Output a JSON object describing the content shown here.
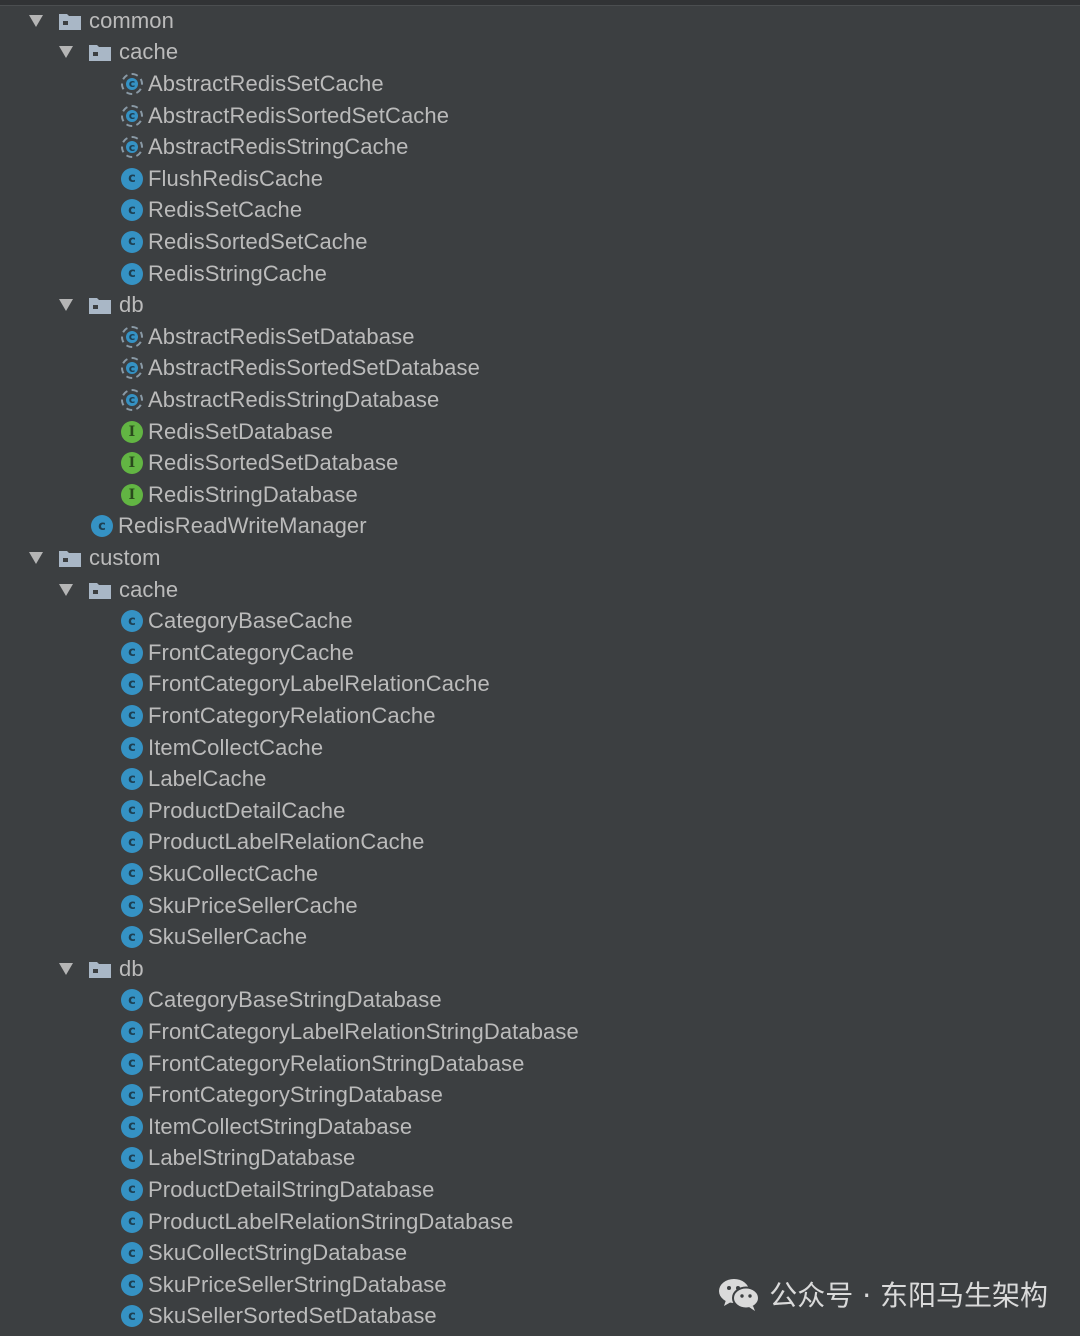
{
  "tree": [
    {
      "label": "common",
      "kind": "folder",
      "depth": 0,
      "expanded": true,
      "icon": "folder-icon"
    },
    {
      "label": "cache",
      "kind": "folder",
      "depth": 1,
      "expanded": true,
      "icon": "folder-icon"
    },
    {
      "label": "AbstractRedisSetCache",
      "kind": "abstract",
      "depth": 2,
      "icon": "abstract-class-icon"
    },
    {
      "label": "AbstractRedisSortedSetCache",
      "kind": "abstract",
      "depth": 2,
      "icon": "abstract-class-icon"
    },
    {
      "label": "AbstractRedisStringCache",
      "kind": "abstract",
      "depth": 2,
      "icon": "abstract-class-icon"
    },
    {
      "label": "FlushRedisCache",
      "kind": "class",
      "depth": 2,
      "icon": "class-icon"
    },
    {
      "label": "RedisSetCache",
      "kind": "class",
      "depth": 2,
      "icon": "class-icon"
    },
    {
      "label": "RedisSortedSetCache",
      "kind": "class",
      "depth": 2,
      "icon": "class-icon"
    },
    {
      "label": "RedisStringCache",
      "kind": "class",
      "depth": 2,
      "icon": "class-icon"
    },
    {
      "label": "db",
      "kind": "folder",
      "depth": 1,
      "expanded": true,
      "icon": "folder-icon"
    },
    {
      "label": "AbstractRedisSetDatabase",
      "kind": "abstract",
      "depth": 2,
      "icon": "abstract-class-icon"
    },
    {
      "label": "AbstractRedisSortedSetDatabase",
      "kind": "abstract",
      "depth": 2,
      "icon": "abstract-class-icon"
    },
    {
      "label": "AbstractRedisStringDatabase",
      "kind": "abstract",
      "depth": 2,
      "icon": "abstract-class-icon"
    },
    {
      "label": "RedisSetDatabase",
      "kind": "iface",
      "depth": 2,
      "icon": "interface-icon"
    },
    {
      "label": "RedisSortedSetDatabase",
      "kind": "iface",
      "depth": 2,
      "icon": "interface-icon"
    },
    {
      "label": "RedisStringDatabase",
      "kind": "iface",
      "depth": 2,
      "icon": "interface-icon"
    },
    {
      "label": "RedisReadWriteManager",
      "kind": "class",
      "depth": 1,
      "icon": "class-icon"
    },
    {
      "label": "custom",
      "kind": "folder",
      "depth": 0,
      "expanded": true,
      "icon": "folder-icon"
    },
    {
      "label": "cache",
      "kind": "folder",
      "depth": 1,
      "expanded": true,
      "icon": "folder-icon"
    },
    {
      "label": "CategoryBaseCache",
      "kind": "class",
      "depth": 2,
      "icon": "class-icon"
    },
    {
      "label": "FrontCategoryCache",
      "kind": "class",
      "depth": 2,
      "icon": "class-icon"
    },
    {
      "label": "FrontCategoryLabelRelationCache",
      "kind": "class",
      "depth": 2,
      "icon": "class-icon"
    },
    {
      "label": "FrontCategoryRelationCache",
      "kind": "class",
      "depth": 2,
      "icon": "class-icon"
    },
    {
      "label": "ItemCollectCache",
      "kind": "class",
      "depth": 2,
      "icon": "class-icon"
    },
    {
      "label": "LabelCache",
      "kind": "class",
      "depth": 2,
      "icon": "class-icon"
    },
    {
      "label": "ProductDetailCache",
      "kind": "class",
      "depth": 2,
      "icon": "class-icon"
    },
    {
      "label": "ProductLabelRelationCache",
      "kind": "class",
      "depth": 2,
      "icon": "class-icon"
    },
    {
      "label": "SkuCollectCache",
      "kind": "class",
      "depth": 2,
      "icon": "class-icon"
    },
    {
      "label": "SkuPriceSellerCache",
      "kind": "class",
      "depth": 2,
      "icon": "class-icon"
    },
    {
      "label": "SkuSellerCache",
      "kind": "class",
      "depth": 2,
      "icon": "class-icon"
    },
    {
      "label": "db",
      "kind": "folder",
      "depth": 1,
      "expanded": true,
      "icon": "folder-icon"
    },
    {
      "label": "CategoryBaseStringDatabase",
      "kind": "class",
      "depth": 2,
      "icon": "class-icon"
    },
    {
      "label": "FrontCategoryLabelRelationStringDatabase",
      "kind": "class",
      "depth": 2,
      "icon": "class-icon"
    },
    {
      "label": "FrontCategoryRelationStringDatabase",
      "kind": "class",
      "depth": 2,
      "icon": "class-icon"
    },
    {
      "label": "FrontCategoryStringDatabase",
      "kind": "class",
      "depth": 2,
      "icon": "class-icon"
    },
    {
      "label": "ItemCollectStringDatabase",
      "kind": "class",
      "depth": 2,
      "icon": "class-icon"
    },
    {
      "label": "LabelStringDatabase",
      "kind": "class",
      "depth": 2,
      "icon": "class-icon"
    },
    {
      "label": "ProductDetailStringDatabase",
      "kind": "class",
      "depth": 2,
      "icon": "class-icon"
    },
    {
      "label": "ProductLabelRelationStringDatabase",
      "kind": "class",
      "depth": 2,
      "icon": "class-icon"
    },
    {
      "label": "SkuCollectStringDatabase",
      "kind": "class",
      "depth": 2,
      "icon": "class-icon"
    },
    {
      "label": "SkuPriceSellerStringDatabase",
      "kind": "class",
      "depth": 2,
      "icon": "class-icon"
    },
    {
      "label": "SkuSellerSortedSetDatabase",
      "kind": "class",
      "depth": 2,
      "icon": "class-icon"
    }
  ],
  "watermark": {
    "text": "公众号 · 东阳马生架构",
    "icon": "wechat-icon"
  },
  "colors": {
    "background": "#3c3f41",
    "text": "#bbbbbb",
    "class_icon": "#3592c4",
    "interface_icon": "#62b543",
    "folder_icon": "#a9b7c6"
  }
}
